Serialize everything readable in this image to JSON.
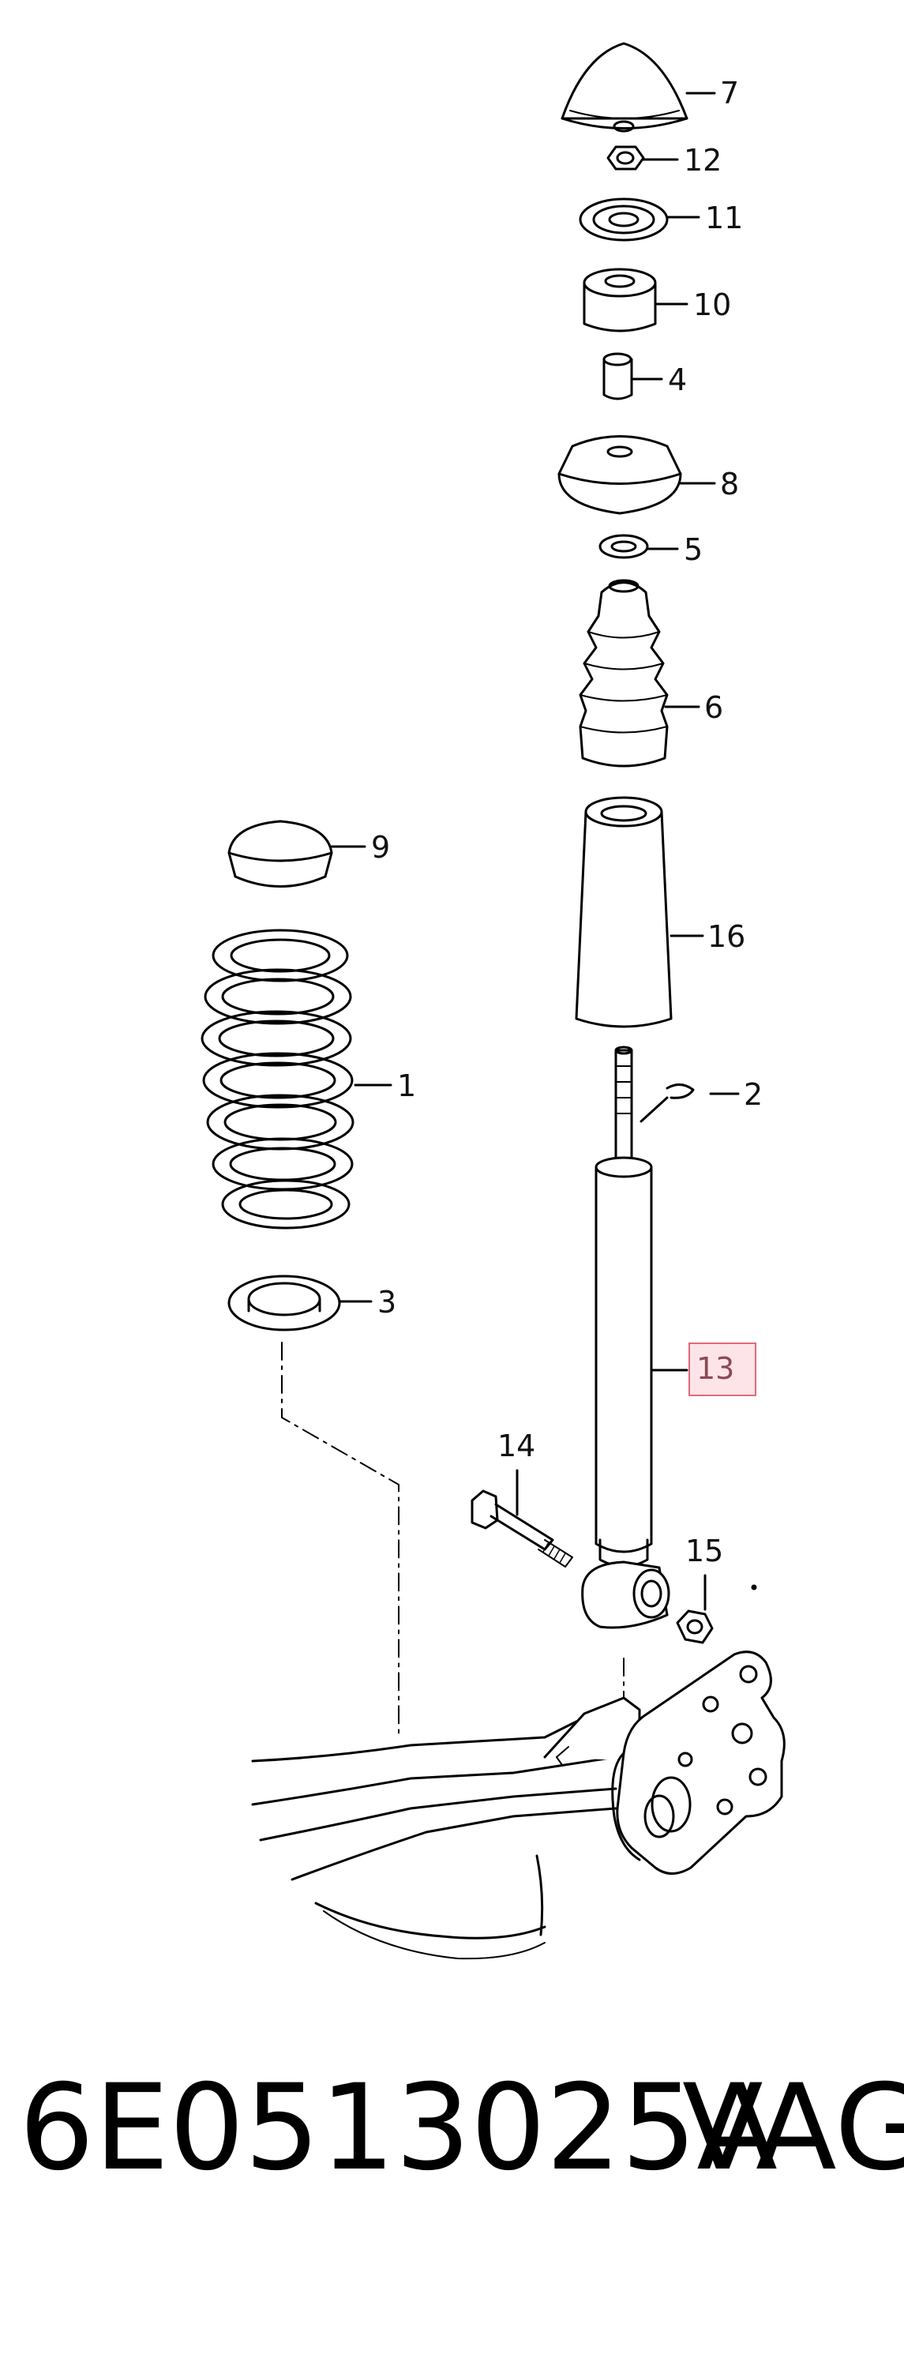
{
  "callouts": {
    "c7": "7",
    "c12": "12",
    "c11": "11",
    "c10": "10",
    "c4": "4",
    "c8": "8",
    "c5": "5",
    "c6": "6",
    "c9": "9",
    "c16": "16",
    "c1": "1",
    "c2": "2",
    "c3": "3",
    "c13": "13",
    "c14": "14",
    "c15": "15"
  },
  "highlight": {
    "callout": "13",
    "border": "#e06a7a",
    "fill": "#fde4e8"
  },
  "footer": {
    "part_number": "6E0513025A",
    "brand": "VAG"
  }
}
